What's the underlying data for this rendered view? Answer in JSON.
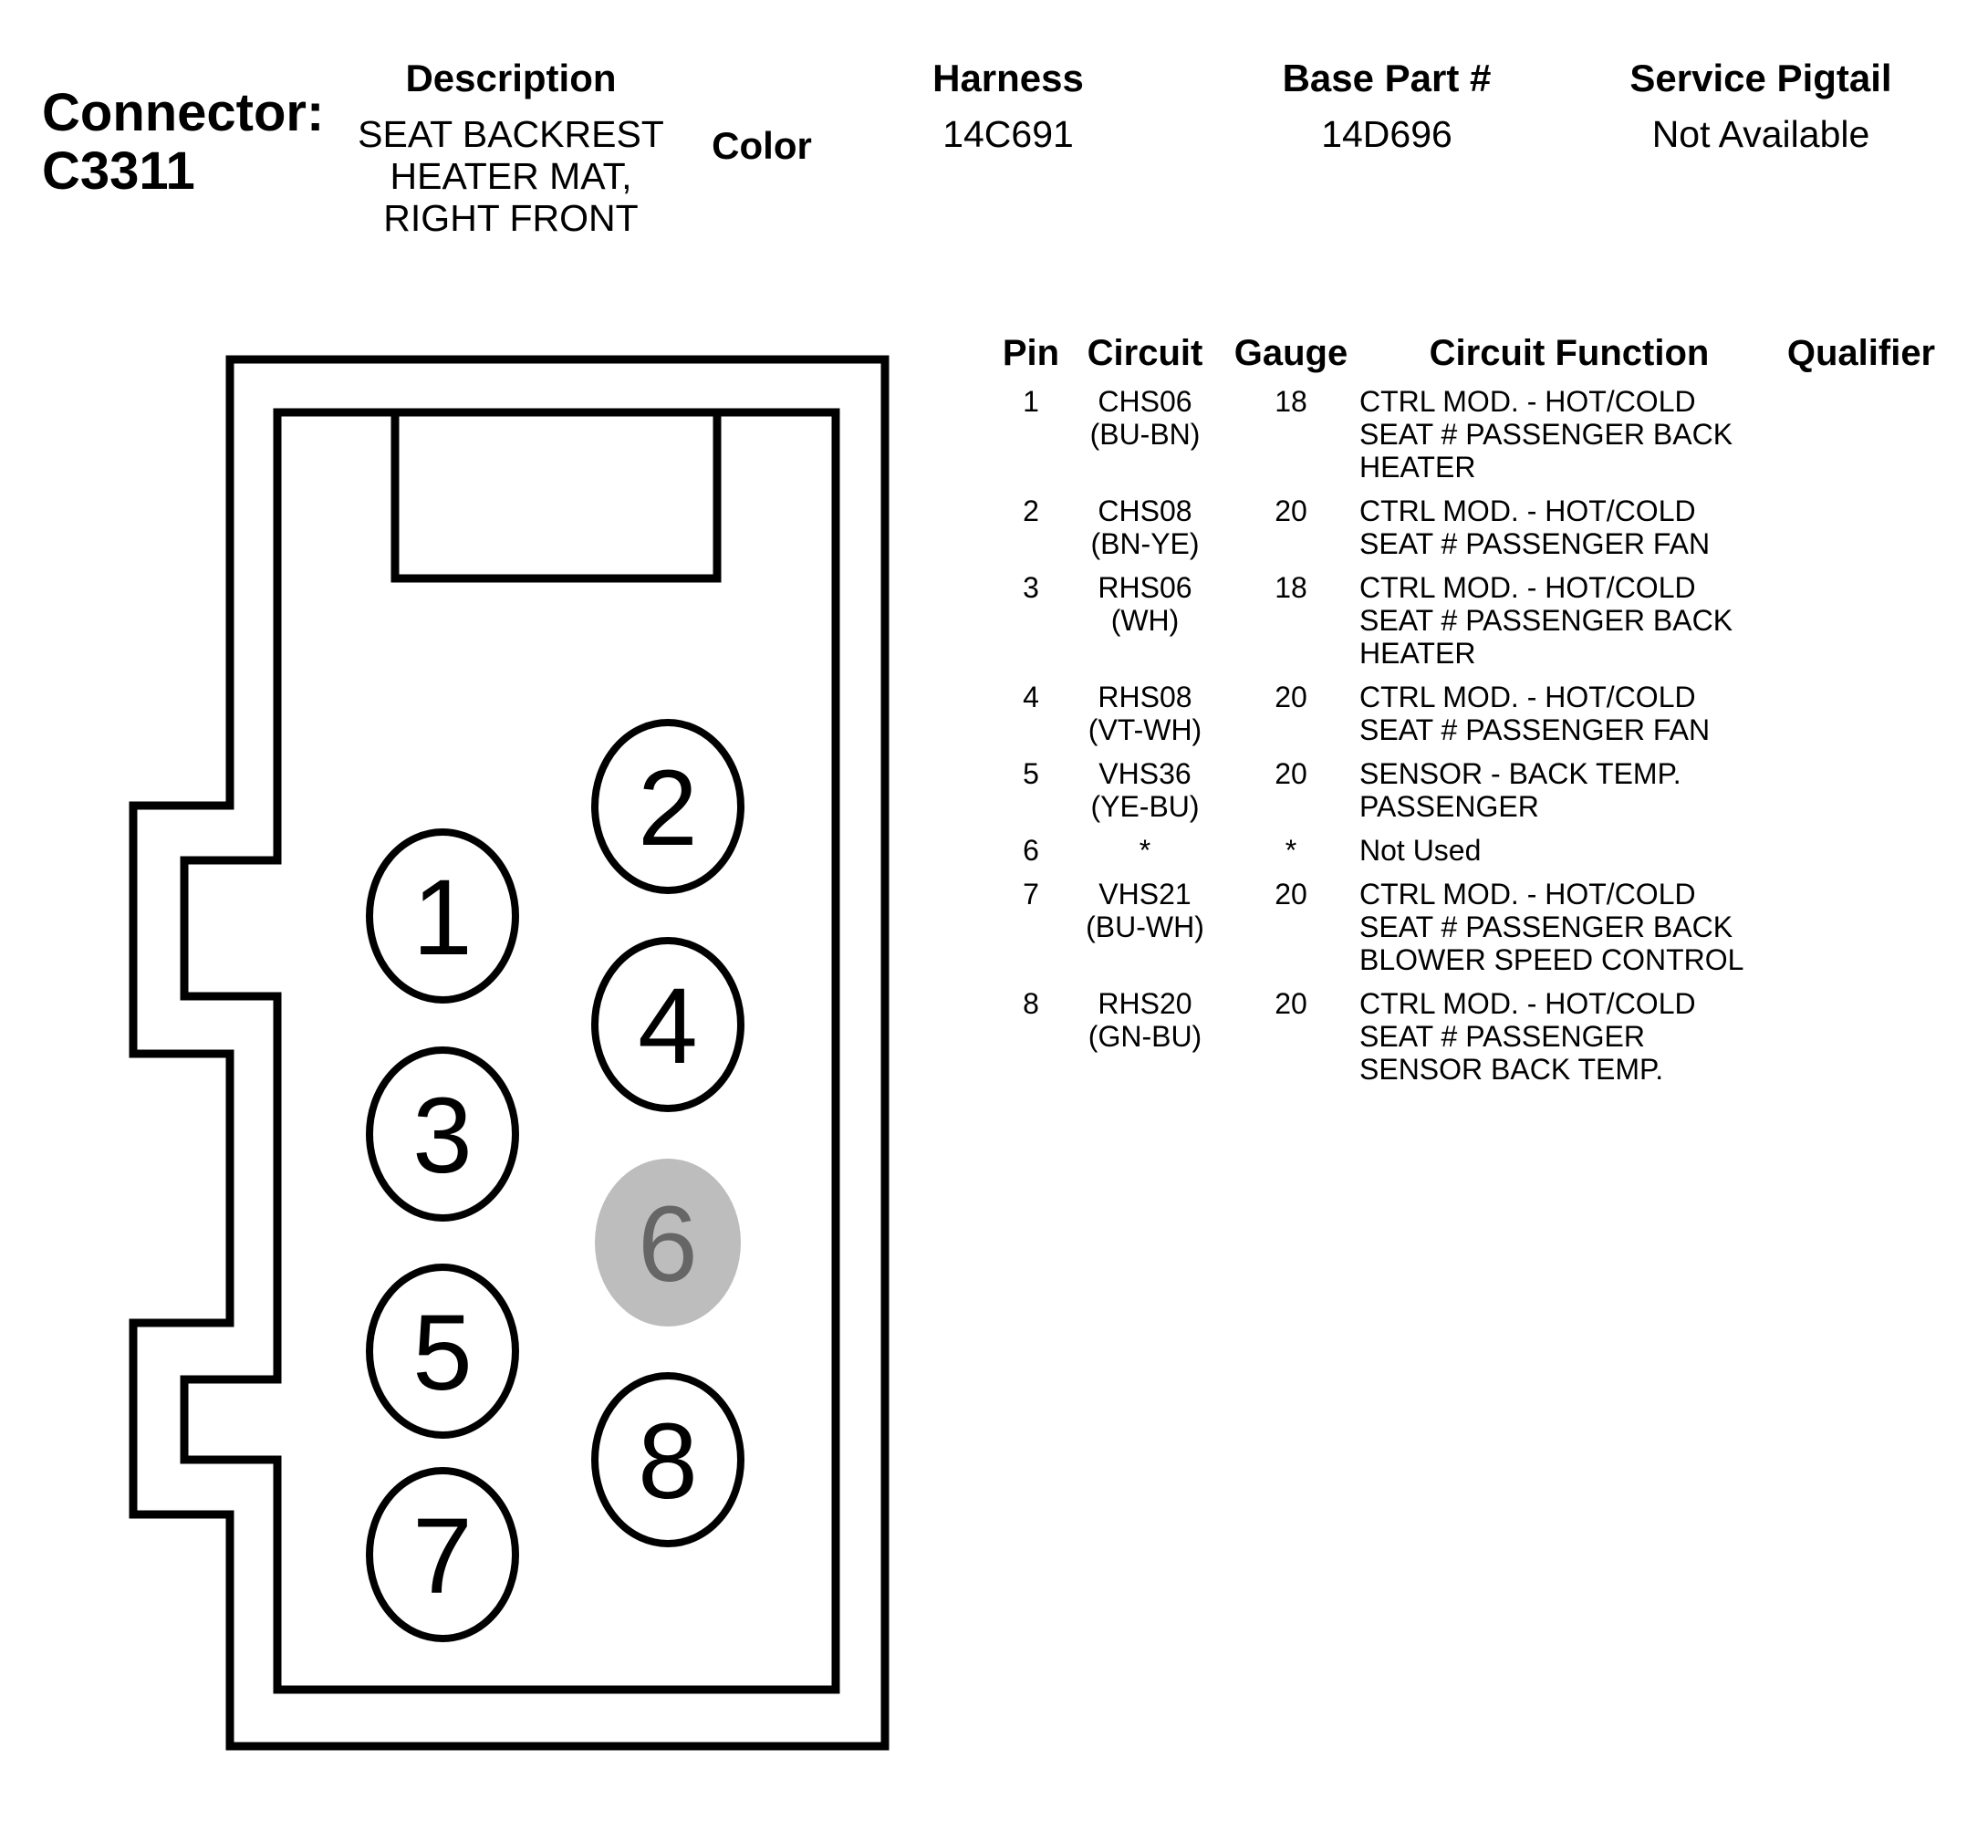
{
  "header": {
    "connector_label": "Connector:",
    "connector_id": "C3311",
    "description_label": "Description",
    "description_lines": [
      "SEAT BACKREST",
      "HEATER MAT,",
      "RIGHT FRONT"
    ],
    "color_label": "Color",
    "harness_label": "Harness",
    "harness_value": "14C691",
    "base_part_label": "Base Part #",
    "base_part_value": "14D696",
    "service_pigtail_label": "Service Pigtail",
    "service_pigtail_value": "Not Available"
  },
  "diagram": {
    "pins": [
      {
        "number": "1",
        "used": true
      },
      {
        "number": "2",
        "used": true
      },
      {
        "number": "3",
        "used": true
      },
      {
        "number": "4",
        "used": true
      },
      {
        "number": "5",
        "used": true
      },
      {
        "number": "6",
        "used": false
      },
      {
        "number": "7",
        "used": true
      },
      {
        "number": "8",
        "used": true
      }
    ],
    "colors": {
      "outline": "#000000",
      "unused_fill": "#bdbdbd",
      "unused_text": "#666666"
    }
  },
  "table": {
    "columns": {
      "pin": "Pin",
      "circuit": "Circuit",
      "gauge": "Gauge",
      "function": "Circuit Function",
      "qualifier": "Qualifier"
    },
    "rows": [
      {
        "pin": "1",
        "circuit": [
          "CHS06",
          "(BU-BN)"
        ],
        "gauge": "18",
        "function": [
          "CTRL MOD. - HOT/COLD",
          "SEAT # PASSENGER BACK",
          "HEATER"
        ],
        "qualifier": ""
      },
      {
        "pin": "2",
        "circuit": [
          "CHS08",
          "(BN-YE)"
        ],
        "gauge": "20",
        "function": [
          "CTRL MOD. - HOT/COLD",
          "SEAT # PASSENGER FAN"
        ],
        "qualifier": ""
      },
      {
        "pin": "3",
        "circuit": [
          "RHS06",
          "(WH)"
        ],
        "gauge": "18",
        "function": [
          "CTRL MOD. - HOT/COLD",
          "SEAT # PASSENGER BACK",
          "HEATER"
        ],
        "qualifier": ""
      },
      {
        "pin": "4",
        "circuit": [
          "RHS08",
          "(VT-WH)"
        ],
        "gauge": "20",
        "function": [
          "CTRL MOD. - HOT/COLD",
          "SEAT # PASSENGER FAN"
        ],
        "qualifier": ""
      },
      {
        "pin": "5",
        "circuit": [
          "VHS36",
          "(YE-BU)"
        ],
        "gauge": "20",
        "function": [
          "SENSOR - BACK TEMP.",
          "PASSENGER"
        ],
        "qualifier": ""
      },
      {
        "pin": "6",
        "circuit": [
          "*"
        ],
        "gauge": "*",
        "function": [
          "Not Used"
        ],
        "qualifier": ""
      },
      {
        "pin": "7",
        "circuit": [
          "VHS21",
          "(BU-WH)"
        ],
        "gauge": "20",
        "function": [
          "CTRL MOD. - HOT/COLD",
          "SEAT # PASSENGER BACK",
          "BLOWER SPEED CONTROL"
        ],
        "qualifier": ""
      },
      {
        "pin": "8",
        "circuit": [
          "RHS20",
          "(GN-BU)"
        ],
        "gauge": "20",
        "function": [
          "CTRL MOD. - HOT/COLD",
          "SEAT # PASSENGER",
          "SENSOR BACK TEMP."
        ],
        "qualifier": ""
      }
    ]
  }
}
